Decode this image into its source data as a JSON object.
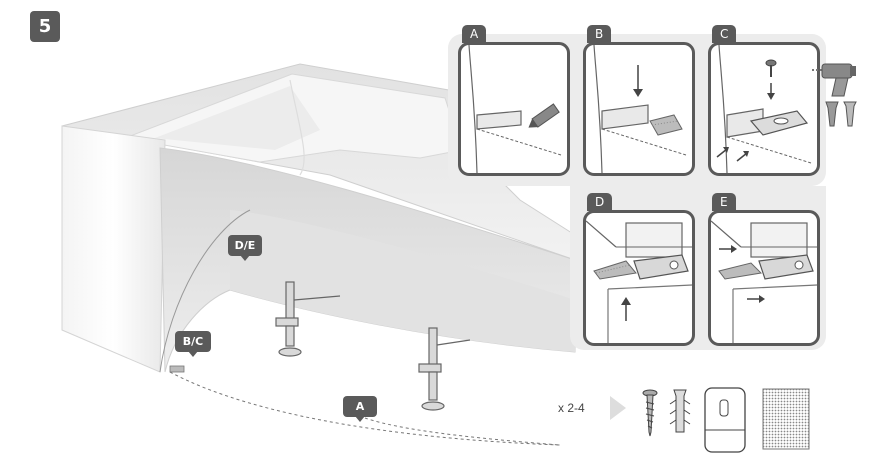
{
  "step": {
    "number": "5"
  },
  "callouts": {
    "de": "D/E",
    "bc": "B/C",
    "a": "A"
  },
  "panels": {
    "a": "A",
    "b": "B",
    "c": "C",
    "d": "D",
    "e": "E"
  },
  "parts": {
    "quantity": "x 2-4"
  },
  "colors": {
    "badge": "#5a5a5a",
    "line": "#555555",
    "panel_bg": "#e6e6e6"
  }
}
